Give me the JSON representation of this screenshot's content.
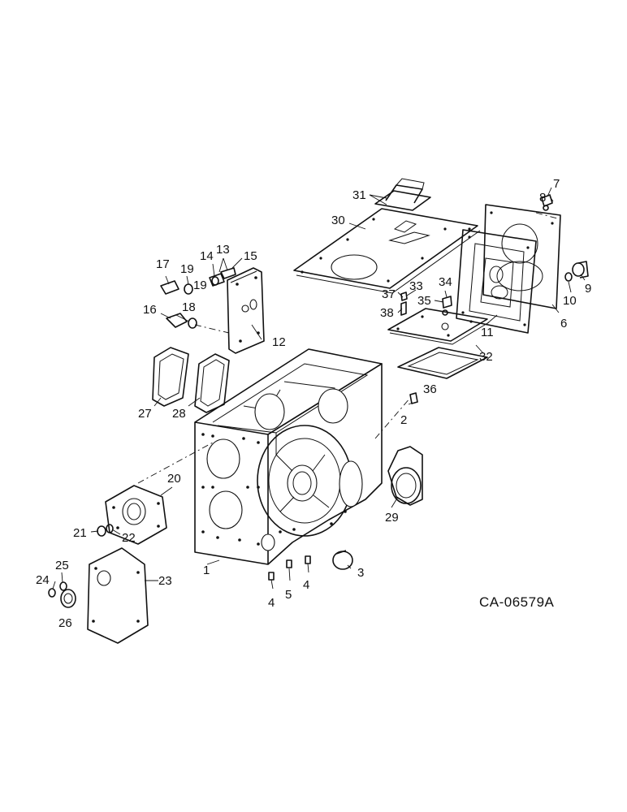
{
  "drawing_ref": "CA-06579A",
  "callouts": {
    "c1": "1",
    "c2": "2",
    "c3": "3",
    "c4a": "4",
    "c4b": "4",
    "c5": "5",
    "c6": "6",
    "c7": "7",
    "c8": "8",
    "c9": "9",
    "c10": "10",
    "c11": "11",
    "c12": "12",
    "c13": "13",
    "c14": "14",
    "c15": "15",
    "c16": "16",
    "c17": "17",
    "c18": "18",
    "c19a": "19",
    "c19b": "19",
    "c20": "20",
    "c21": "21",
    "c22": "22",
    "c23": "23",
    "c24": "24",
    "c25": "25",
    "c26": "26",
    "c27": "27",
    "c28": "28",
    "c29": "29",
    "c30": "30",
    "c31": "31",
    "c32": "32",
    "c33": "33",
    "c34": "34",
    "c35": "35",
    "c36": "36",
    "c37": "37",
    "c38": "38"
  }
}
